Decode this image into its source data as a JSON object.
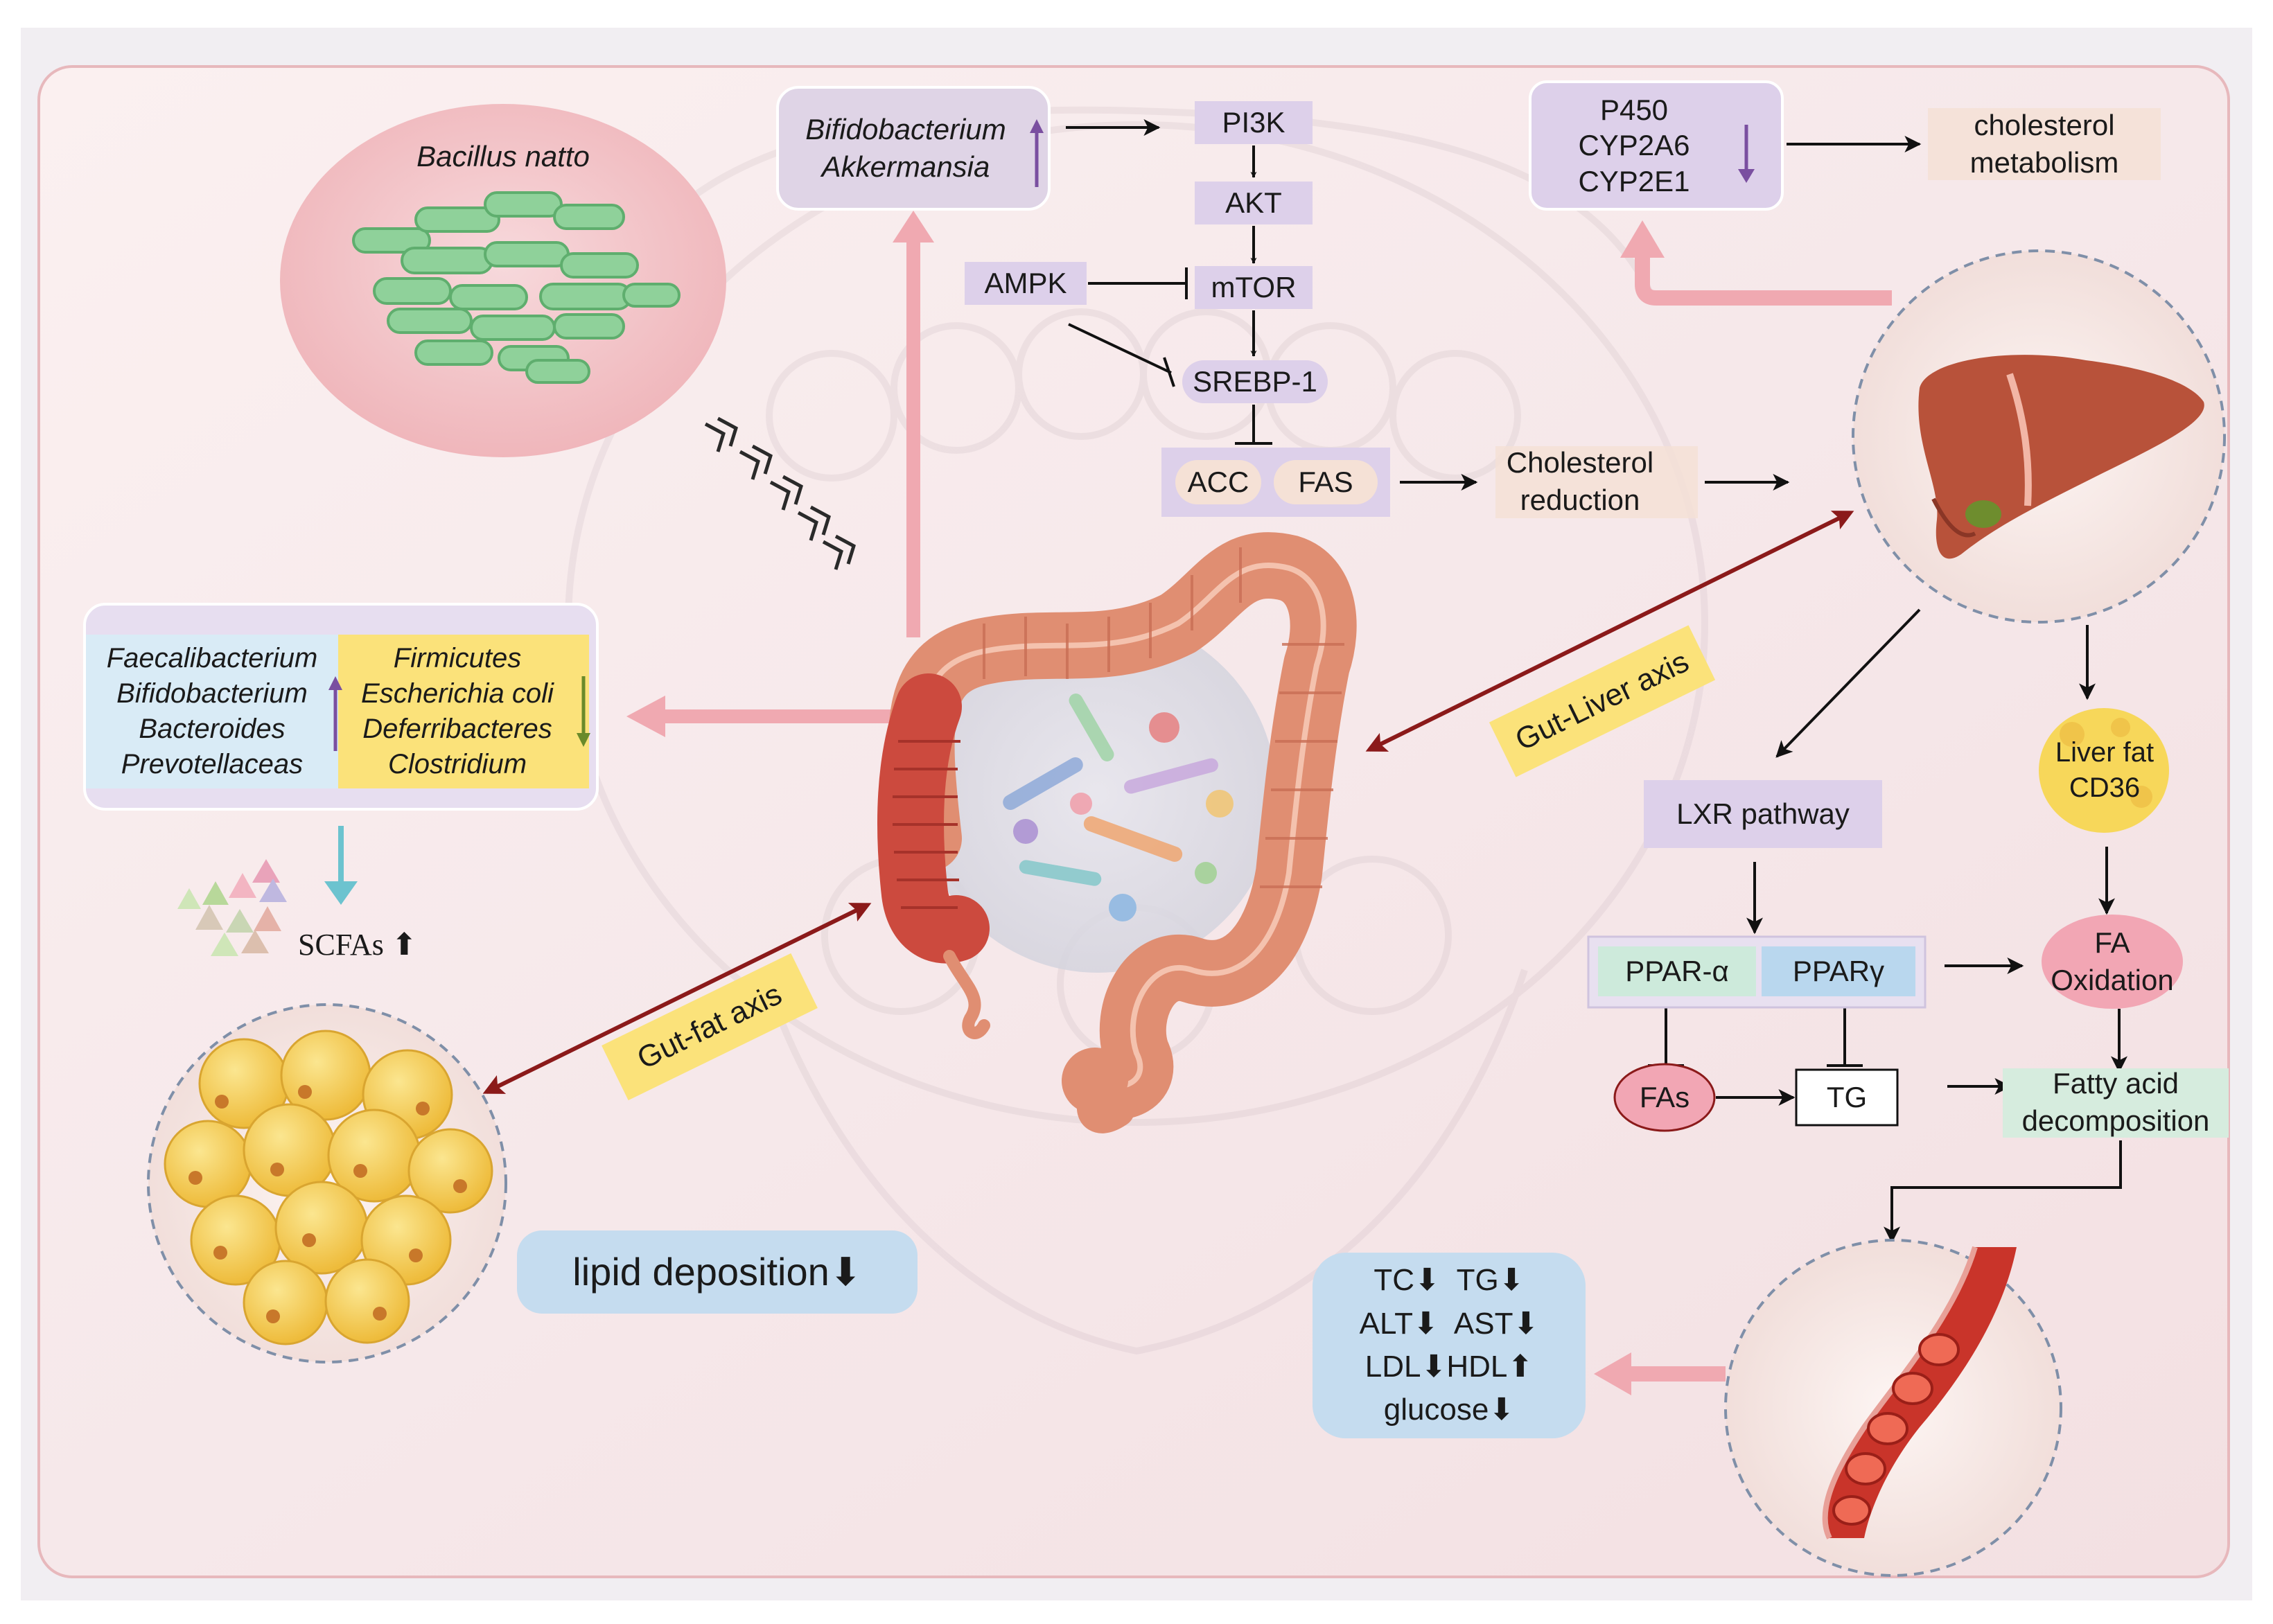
{
  "bacillus": {
    "label": "Bacillus natto"
  },
  "top_bacteria": {
    "line1": "Bifidobacterium",
    "line2": "Akkermansia",
    "trend": "up"
  },
  "pathway": {
    "pi3k": "PI3K",
    "akt": "AKT",
    "ampk": "AMPK",
    "mtor": "mTOR",
    "srebp": "SREBP-1",
    "acc": "ACC",
    "fas": "FAS"
  },
  "cholesterol_reduction": {
    "line1": "Cholesterol",
    "line2": "reduction"
  },
  "p450": {
    "line1": "P450",
    "line2": "CYP2A6",
    "line3": "CYP2E1",
    "trend": "down"
  },
  "cholesterol_metabolism": {
    "line1": "cholesterol",
    "line2": "metabolism"
  },
  "microbiota_up": [
    "Faecalibacterium",
    "Bifidobacterium",
    "Bacteroides",
    "Prevotellaceas"
  ],
  "microbiota_down": [
    "Firmicutes",
    "Escherichia coli",
    "Deferribacteres",
    "Clostridium"
  ],
  "scfa": {
    "label": "SCFAs ⬆"
  },
  "axes": {
    "gut_liver": "Gut-Liver axis",
    "gut_fat": "Gut-fat axis"
  },
  "liver_fat": {
    "line1": "Liver fat",
    "line2": "CD36"
  },
  "lxr": {
    "label": "LXR pathway"
  },
  "ppar": {
    "alpha": "PPAR-α",
    "gamma": "PPARγ"
  },
  "fa_oxidation": {
    "line1": "FA",
    "line2": "Oxidation"
  },
  "fas_node": "FAs",
  "tg_node": "TG",
  "fatty_acid": {
    "line1": "Fatty acid",
    "line2": "decomposition"
  },
  "lipid_deposition": {
    "label": "lipid deposition⬇"
  },
  "blood_markers": {
    "line1": "TC⬇  TG⬇",
    "line2": "ALT⬇  AST⬇",
    "line3": "LDL⬇HDL⬆",
    "line4": "glucose⬇"
  },
  "colors": {
    "frame_bg": "#f8e9ea",
    "pink_arrow": "#f0a9b1",
    "maroon_arrow": "#8b1a1a",
    "lavender": "#ddd0ea",
    "purple_arrow": "#7a4fa0",
    "green_arrow": "#6a8a2a",
    "teal_arrow": "#6cc3cf",
    "beige": "#f5e1d6",
    "yellow_label": "#fbe27a",
    "blue_box": "#c5dcef",
    "liver": "#b8523a",
    "fat_cell": "#f7cf5a",
    "vessel": "#c9342a"
  }
}
